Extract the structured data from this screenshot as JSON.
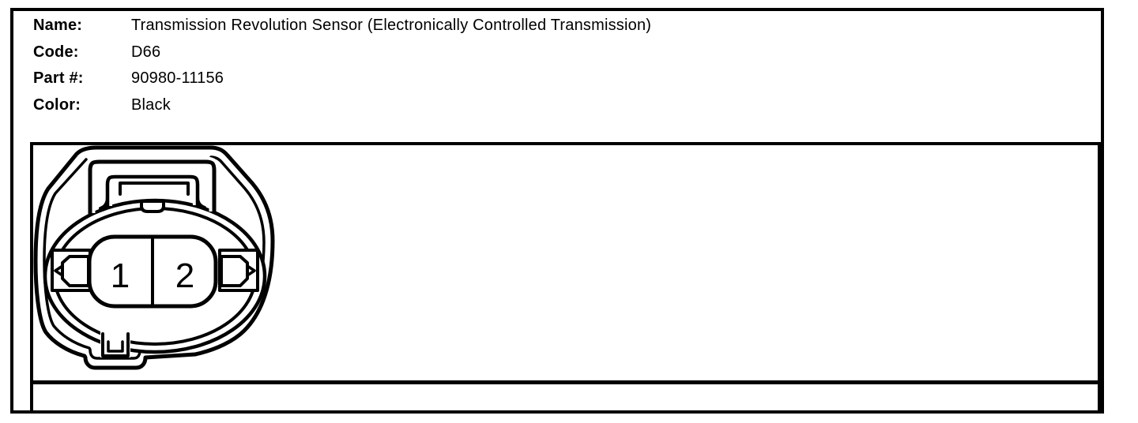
{
  "header": {
    "fields": [
      {
        "label": "Name:",
        "value": "Transmission Revolution Sensor (Electronically Controlled Transmission)"
      },
      {
        "label": "Code:",
        "value": "D66"
      },
      {
        "label": "Part #:",
        "value": "90980-11156"
      },
      {
        "label": "Color:",
        "value": "Black"
      }
    ]
  },
  "diagram": {
    "description": "2-pin connector, front view line drawing",
    "pins": [
      {
        "number": "1"
      },
      {
        "number": "2"
      }
    ],
    "colors": {
      "line": "#000000",
      "background": "#ffffff"
    }
  }
}
